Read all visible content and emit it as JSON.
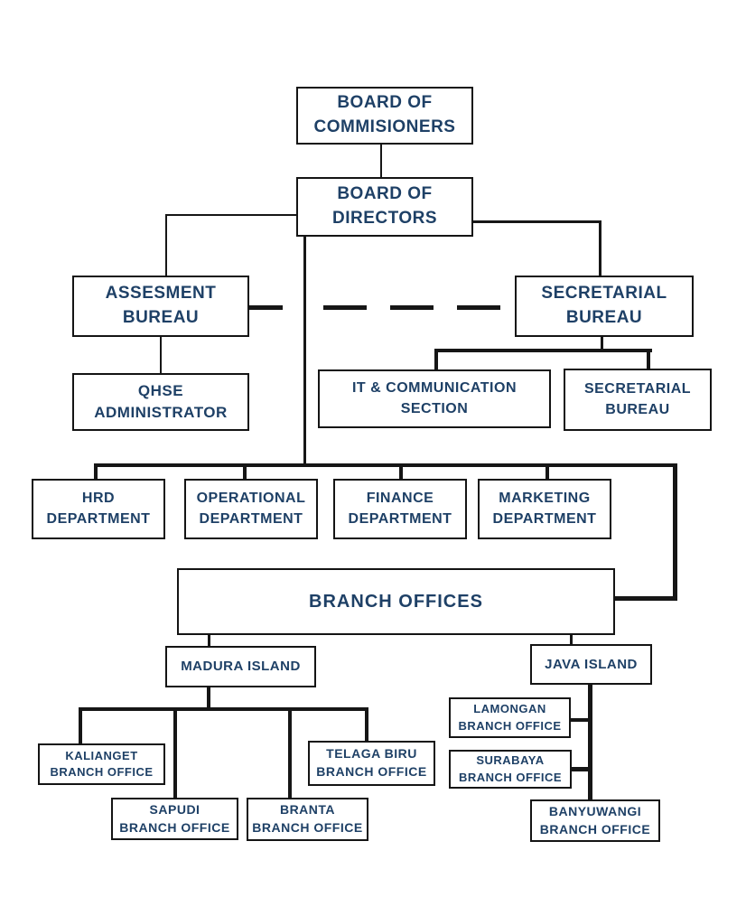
{
  "title": "Company Organizational Structure Chart",
  "colors": {
    "text_navy": "#1e4066",
    "box_border": "#141414",
    "connector": "#161616",
    "background": "#ffffff"
  },
  "nodes": {
    "board_of_commisioners": {
      "lines": [
        "BOARD OF",
        "COMMISIONERS"
      ]
    },
    "board_of_directors": {
      "lines": [
        "BOARD OF",
        "DIRECTORS"
      ]
    },
    "assesment_bureau": {
      "lines": [
        "ASSESMENT",
        "BUREAU"
      ]
    },
    "secretarial_bureau": {
      "lines": [
        "SECRETARIAL",
        "BUREAU"
      ]
    },
    "qhse_administrator": {
      "lines": [
        "QHSE",
        "ADMINISTRATOR"
      ]
    },
    "it_communication_section": {
      "lines": [
        "IT & COMMUNICATION",
        "SECTION"
      ]
    },
    "secretarial_bureau_2": {
      "lines": [
        "SECRETARIAL",
        "BUREAU"
      ]
    },
    "hrd_department": {
      "lines": [
        "HRD",
        "DEPARTMENT"
      ]
    },
    "operational_department": {
      "lines": [
        "OPERATIONAL",
        "DEPARTMENT"
      ]
    },
    "finance_department": {
      "lines": [
        "FINANCE",
        "DEPARTMENT"
      ]
    },
    "marketing_department": {
      "lines": [
        "MARKETING",
        "DEPARTMENT"
      ]
    },
    "branch_offices": {
      "lines": [
        "BRANCH OFFICES"
      ]
    },
    "madura_island": {
      "lines": [
        "MADURA ISLAND"
      ]
    },
    "java_island": {
      "lines": [
        "JAVA ISLAND"
      ]
    },
    "kalianget_branch_office": {
      "lines": [
        "KALIANGET",
        "BRANCH OFFICE"
      ]
    },
    "sapudi_branch_office": {
      "lines": [
        "SAPUDI",
        "BRANCH OFFICE"
      ]
    },
    "branta_branch_office": {
      "lines": [
        "BRANTA",
        "BRANCH OFFICE"
      ]
    },
    "telaga_biru_branch_office": {
      "lines": [
        "TELAGA BIRU",
        "BRANCH OFFICE"
      ]
    },
    "lamongan_branch_office": {
      "lines": [
        "LAMONGAN",
        "BRANCH OFFICE"
      ]
    },
    "surabaya_branch_office": {
      "lines": [
        "SURABAYA",
        "BRANCH OFFICE"
      ]
    },
    "banyuwangi_branch_office": {
      "lines": [
        "BANYUWANGI",
        "BRANCH OFFICE"
      ]
    }
  }
}
